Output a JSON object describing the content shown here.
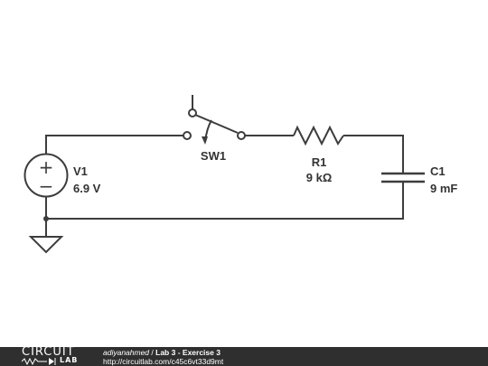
{
  "circuit": {
    "source": {
      "name": "V1",
      "value": "6.9 V"
    },
    "switch": {
      "name": "SW1"
    },
    "resistor": {
      "name": "R1",
      "value": "9 kΩ"
    },
    "capacitor": {
      "name": "C1",
      "value": "9 mF"
    },
    "source_plus": "+",
    "source_minus": "−"
  },
  "footer": {
    "logo_top": "CIRCUIT",
    "logo_bottom": "LAB",
    "author": "adiyanahmed",
    "separator": " / ",
    "title": "Lab 3 - Exercise 3",
    "url": "http://circuitlab.com/c45c6vt33d9mt"
  },
  "colors": {
    "wire": "#3d3d3d",
    "footer_bg": "#2f2f2f",
    "text": "#333333"
  }
}
